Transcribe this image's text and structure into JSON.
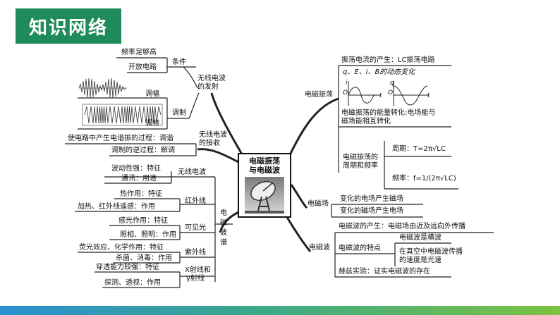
{
  "header": {
    "title": "知识网络"
  },
  "center": {
    "line1": "电磁振荡",
    "line2": "与电磁波"
  },
  "emission": {
    "title_line1": "无线电波",
    "title_line2": "的发射",
    "conditions_label": "条件",
    "condition1": "频率足够高",
    "condition2": "开放电路",
    "modulation_label": "调制",
    "am": "调幅",
    "fm": "调频"
  },
  "reception": {
    "title_line1": "无线电波",
    "title_line2": "的接收",
    "tuning": "使电路中产生电谐振的过程：调谐",
    "demod": "调制的逆过程：解调"
  },
  "spectrum": {
    "title_chars": [
      "电",
      "磁",
      "波",
      "谱"
    ],
    "radio": {
      "label": "无线电波",
      "feature": "波动性强：特征",
      "use": "通讯：用途"
    },
    "infrared": {
      "label": "红外线",
      "feature": "热作用：特征",
      "use": "加热、红外线遥感：作用"
    },
    "visible": {
      "label": "可见光",
      "feature": "感光作用：特征",
      "use": "照相、照明：作用"
    },
    "uv": {
      "label": "紫外线",
      "feature": "荧光效应、化学作用：特征",
      "use": "杀菌、消毒：作用"
    },
    "xray": {
      "label1": "X射线和",
      "label2": "γ射线",
      "feature": "穿透能力较强：特征",
      "use": "探测、透视：作用"
    }
  },
  "oscillation": {
    "label": "电磁振荡",
    "generation": "振荡电流的产生：LC振荡电路",
    "dynamic": "q、E、i、B的动态变化",
    "energy_line1": "电磁振荡的能量转化:电场能与",
    "energy_line2": "磁场能相互转化",
    "period_line1": "电磁振荡的",
    "period_line2": "周期和频率",
    "period_formula": "周期：T=2π√LC",
    "frequency_formula": "频率：f=1/(2π√LC)",
    "graph_i": {
      "axis_y": "i",
      "axis_x": "t",
      "origin": "O"
    },
    "graph_q": {
      "axis_y": "q",
      "axis_x": "t",
      "origin": "O"
    }
  },
  "field": {
    "label": "电磁场",
    "item1": "变化的电场产生磁场",
    "item2": "变化的磁场产生电场"
  },
  "wave": {
    "label": "电磁波",
    "generation": "电磁波的产生：电磁场由近及远向外传播",
    "features_label": "电磁波的特点",
    "feature1": "电磁波是横波",
    "feature2_line1": "在真空中电磁波传播",
    "feature2_line2": "的速度是光速",
    "hertz": "赫兹实验：证实电磁波的存在"
  },
  "colors": {
    "header_bg": "#1f8a5a",
    "line": "#222222"
  }
}
